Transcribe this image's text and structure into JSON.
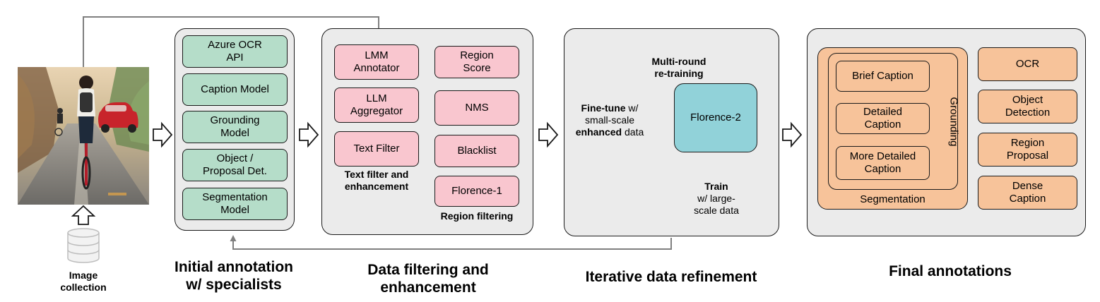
{
  "image_collection": {
    "label": "Image\ncollection"
  },
  "stage1": {
    "title": "Initial annotation\nw/ specialists",
    "items": [
      "Azure OCR\nAPI",
      "Caption Model",
      "Grounding\nModel",
      "Object /\nProposal Det.",
      "Segmentation\nModel"
    ]
  },
  "stage2": {
    "title": "Data filtering and\nenhancement",
    "text_items": [
      "LMM\nAnnotator",
      "LLM\nAggregator",
      "Text Filter"
    ],
    "text_caption": "Text filter and\nenhancement",
    "region_items": [
      "Region\nScore",
      "NMS",
      "Blacklist",
      "Florence-1"
    ],
    "region_caption": "Region filtering"
  },
  "stage3": {
    "title": "Iterative data refinement",
    "model": "Florence-2",
    "multiround": "Multi-round\nre-training",
    "finetune_bold": "Fine-tune",
    "finetune_rest1": " w/",
    "finetune_rest2": "small-scale",
    "finetune_bold2": "enhanced",
    "finetune_rest3": " data",
    "train_bold": "Train",
    "train_rest": "w/ large-\nscale data"
  },
  "stage4": {
    "title": "Final annotations",
    "inner_items": [
      "Brief Caption",
      "Detailed\nCaption",
      "More Detailed\nCaption"
    ],
    "grounding": "Grounding",
    "segmentation": "Segmentation",
    "right_items": [
      "OCR",
      "Object\nDetection",
      "Region\nProposal",
      "Dense\nCaption"
    ]
  }
}
